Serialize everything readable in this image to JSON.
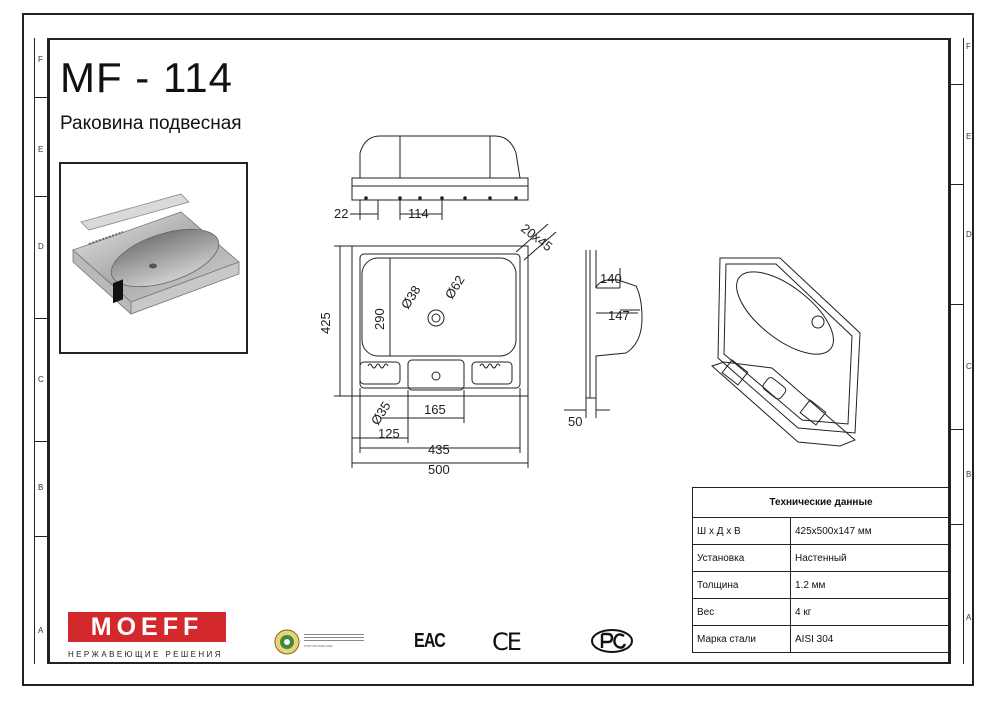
{
  "product": {
    "code": "MF - 114",
    "name": "Раковина подвесная"
  },
  "frame": {
    "zones_right": [
      "F",
      "E",
      "D",
      "C",
      "B",
      "A"
    ],
    "zones_left": [
      "F",
      "E",
      "D",
      "C",
      "B",
      "A"
    ]
  },
  "drawing": {
    "dimensions": {
      "top_22": "22",
      "top_114": "114",
      "chamfer": "20x45",
      "height_425": "425",
      "inner_290": "290",
      "dia_38": "Ø38",
      "dia_62": "Ø62",
      "dia_35": "Ø35",
      "w_165": "165",
      "w_125": "125",
      "w_435": "435",
      "w_500": "500",
      "side_140": "140",
      "side_147": "147",
      "side_50": "50"
    }
  },
  "specs": {
    "title": "Технические данные",
    "rows": [
      {
        "label": "Ш х Д х В",
        "value": "425х500х147 мм"
      },
      {
        "label": "Установка",
        "value": "Настенный"
      },
      {
        "label": "Толщина",
        "value": "1.2 мм"
      },
      {
        "label": "Вес",
        "value": "4 кг"
      },
      {
        "label": "Марка стали",
        "value": "AISI 304"
      }
    ]
  },
  "brand": {
    "logo": "MOEFF",
    "tagline": "НЕРЖАВЕЮЩИЕ РЕШЕНИЯ",
    "brand_color": "#d3292c"
  },
  "certifications": {
    "iso_caption": "ГОСТ ISO 9001-2011",
    "eac": "ЕАС",
    "ce": "CE",
    "pct": "РСТ"
  }
}
